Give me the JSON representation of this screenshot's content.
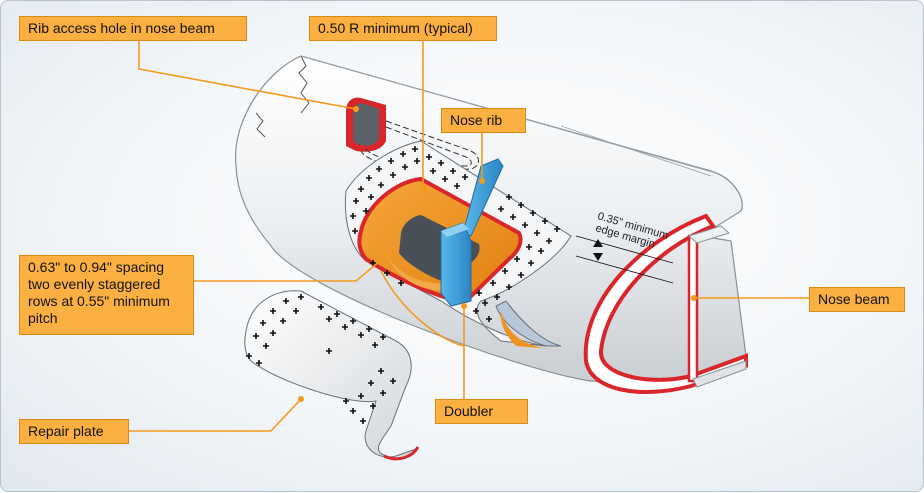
{
  "labels": {
    "rib_access": "Rib access hole in nose beam",
    "radius": "0.50 R minimum (typical)",
    "nose_rib": "Nose rib",
    "spacing": "0.63\" to 0.94\" spacing two evenly staggered rows at 0.55\" minimum pitch",
    "nose_beam": "Nose beam",
    "doubler": "Doubler",
    "repair_plate": "Repair plate"
  },
  "dimension": {
    "line1": "0.35\" minimum",
    "line2": "edge margin"
  },
  "colors": {
    "label_fill": "#fbb041",
    "leader": "#f39a1e",
    "edge_red": "#d9262b",
    "doubler_orange": "#ef9421",
    "rib_blue": "#3fa4dd"
  }
}
